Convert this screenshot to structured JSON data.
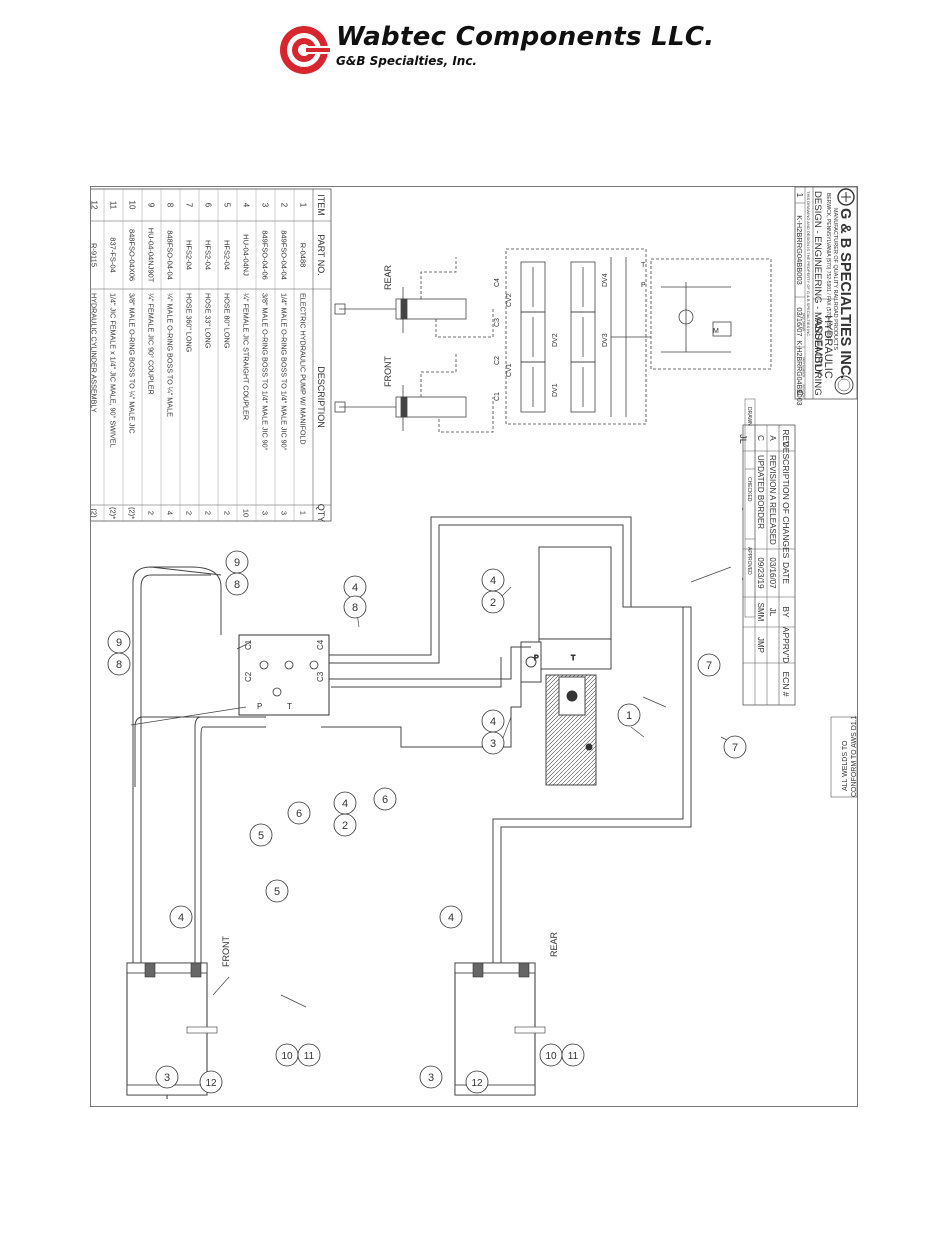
{
  "header": {
    "company": "Wabtec Components LLC.",
    "subsidiary": "G&B Specialties, Inc."
  },
  "bom": {
    "headers": {
      "item": "ITEM",
      "part": "PART NO.",
      "desc": "DESCRIPTION",
      "qty": "QTY"
    },
    "rows": [
      {
        "item": "1",
        "part": "R-0488",
        "desc": "ELECTRIC HYDRAULIC PUMP W/ MANIFOLD",
        "qty": "1"
      },
      {
        "item": "2",
        "part": "849FSO-04-04",
        "desc": "1/4\" MALE O-RING BOSS TO 1/4\" MALE JIC 90°",
        "qty": "3"
      },
      {
        "item": "3",
        "part": "849FSO-04-06",
        "desc": "3/8\" MALE O-RING BOSS TO 1/4\" MALE JIC 90°",
        "qty": "3"
      },
      {
        "item": "4",
        "part": "HU-04-04NJ",
        "desc": "¼\" FEMALE JIC STRAIGHT COUPLER",
        "qty": "10"
      },
      {
        "item": "5",
        "part": "HFS2-04",
        "desc": "HOSE 80\" LONG",
        "qty": "2"
      },
      {
        "item": "6",
        "part": "HFS2-04",
        "desc": "HOSE 33\" LONG",
        "qty": "2"
      },
      {
        "item": "7",
        "part": "HFS2-04",
        "desc": "HOSE 360\" LONG",
        "qty": "2"
      },
      {
        "item": "8",
        "part": "848FSO-04-04",
        "desc": "¼\" MALE O-RING BOSS TO ¼\" MALE",
        "qty": "4"
      },
      {
        "item": "9",
        "part": "HU-04-04NJ90T",
        "desc": "¼\" FEMALE JIC 90° COUPLER",
        "qty": "2"
      },
      {
        "item": "10",
        "part": "848FSO-04X06",
        "desc": "3/8\" MALE O-RING BOSS TO ¼\" MALE JIC",
        "qty": "(2)*"
      },
      {
        "item": "11",
        "part": "837-FS-04",
        "desc": "1/4\" JIC FEMALE x 1/4\" JIC MALE, 90° SWIVEL",
        "qty": "(2)*"
      },
      {
        "item": "12",
        "part": "R-9115",
        "desc": "HYDRAULIC CYLINDER ASSEMBLY",
        "qty": "(2)"
      }
    ]
  },
  "rev": {
    "headers": {
      "rev": "REV",
      "desc": "DESCRIPTION OF CHANGES",
      "date": "DATE",
      "by": "BY",
      "apprvd": "APPRV'D",
      "ecn": "ECN #"
    },
    "rows": [
      {
        "rev": "A",
        "desc": "REVISION A RELEASED",
        "date": "03/16/07",
        "by": "JL",
        "apprvd": "",
        "ecn": ""
      },
      {
        "rev": "C",
        "desc": "UPDATED BORDER",
        "date": "09/23/19",
        "by": "SMM",
        "apprvd": "JMP",
        "ecn": ""
      }
    ]
  },
  "title_block": {
    "company": "G & B SPECIALTIES INC.",
    "tagline": "MANUFACTURER OF QUALITY RAILROAD PRODUCTS",
    "address": "BERWICK, PENNSYLVANIA (570) 752-5901 / FAX (570) 752-6867",
    "design": "DESIGN - ENGINEERING - MANUFACTURING",
    "notice": "THIS DRAWING AND DESIGN IS THE PROPERTY OF G & B SPECIALTIES INC.",
    "title1": "HYDRAULIC",
    "title2": "ASSEMBLY",
    "sheet": "1",
    "part_number": "K-H2BRRG04BB003",
    "date": "03/16/07",
    "part_number2": "K-H2BRRG04BB003",
    "revision": "C",
    "drawn_label": "DRAWN",
    "drawn_by": "JL",
    "checked_label": "CHECKED",
    "checked_by": "-",
    "approved_label": "APPROVED",
    "approved_by": "-",
    "lbl_part": "PART NUMBER",
    "lbl_rev": "REVISION",
    "lbl_date": "DATE DRAWN",
    "welds1": "ALL WELDS TO",
    "welds2": "CONFORM TO AWS D1.1"
  },
  "labels": {
    "front": "FRONT",
    "rear": "REAR",
    "c1": "C1",
    "c2": "C2",
    "c3": "C3",
    "c4": "C4",
    "p": "P",
    "t": "T",
    "dv1": "DV1",
    "dv2": "DV2",
    "dv3": "DV3",
    "dv4": "DV4",
    "cv1": "CV1",
    "cv2": "CV2",
    "m": "M"
  },
  "callouts": {
    "n1": "1",
    "n2": "2",
    "n3": "3",
    "n4": "4",
    "n5": "5",
    "n6": "6",
    "n7": "7",
    "n8": "8",
    "n9": "9",
    "n10": "10",
    "n11": "11",
    "n12": "12"
  }
}
